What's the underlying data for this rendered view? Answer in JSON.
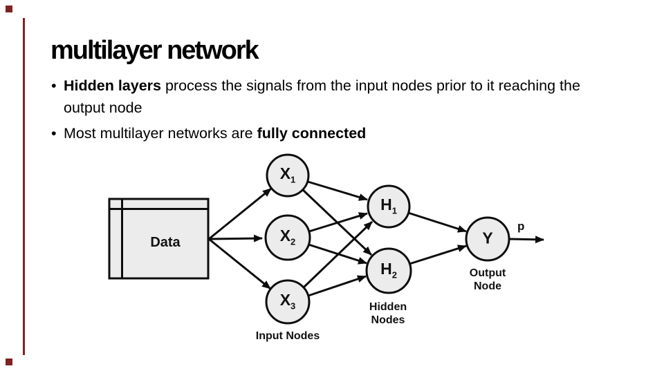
{
  "slide": {
    "title": "multilayer network",
    "bullets": [
      {
        "segments": [
          {
            "text": "Hidden layers",
            "bold": true
          },
          {
            "text": " process the signals from the input nodes prior to it reaching the output node",
            "bold": false
          }
        ]
      },
      {
        "segments": [
          {
            "text": "Most multilayer networks are ",
            "bold": false
          },
          {
            "text": "fully connected",
            "bold": true
          }
        ]
      }
    ]
  },
  "diagram": {
    "data_box_label": "Data",
    "nodes": [
      {
        "id": "x1",
        "base": "X",
        "sub": "1"
      },
      {
        "id": "x2",
        "base": "X",
        "sub": "2"
      },
      {
        "id": "x3",
        "base": "X",
        "sub": "3"
      },
      {
        "id": "h1",
        "base": "H",
        "sub": "1"
      },
      {
        "id": "h2",
        "base": "H",
        "sub": "2"
      },
      {
        "id": "y",
        "base": "Y",
        "sub": ""
      }
    ],
    "captions": {
      "input_nodes": "Input Nodes",
      "hidden_nodes_line1": "Hidden",
      "hidden_nodes_line2": "Nodes",
      "output_node_line1": "Output",
      "output_node_line2": "Node",
      "output_arrow_label": "p"
    }
  },
  "colors": {
    "accent-red": "#7e2321",
    "node-fill": "#ececec",
    "line": "#0d0d0d"
  }
}
